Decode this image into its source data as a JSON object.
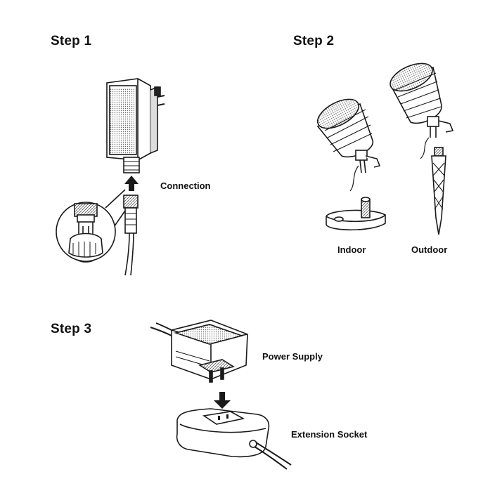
{
  "steps": {
    "step1": {
      "title": "Step 1",
      "label": "Connection"
    },
    "step2": {
      "title": "Step 2",
      "indoor_label": "Indoor",
      "outdoor_label": "Outdoor"
    },
    "step3": {
      "title": "Step 3",
      "power_label": "Power Supply",
      "socket_label": "Extension Socket"
    }
  },
  "colors": {
    "ink": "#1a1a1a",
    "shade": "#9a9a9a",
    "background": "#ffffff"
  }
}
